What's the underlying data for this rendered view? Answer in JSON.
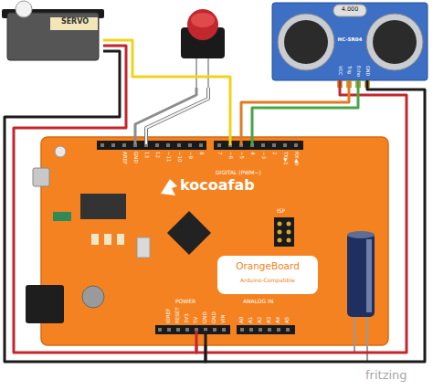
{
  "diagram": {
    "nodes": [
      {
        "text": [
          "SERVO"
        ]
      },
      {
        "text": [
          "4.000",
          "HC-SR04"
        ]
      },
      {
        "text": [
          "kocoafab",
          "OrangeBoard",
          "Arduino-Compatible"
        ]
      }
    ],
    "edges": [
      {
        "from": 0,
        "to": 2,
        "arrow": "none"
      },
      {
        "from": 0,
        "to": 2,
        "arrow": "none"
      },
      {
        "from": 0,
        "to": 2,
        "arrow": "none"
      },
      {
        "from": 1,
        "to": 2,
        "arrow": "none"
      },
      {
        "from": 1,
        "to": 2,
        "arrow": "none"
      },
      {
        "from": 1,
        "to": 2,
        "arrow": "none"
      },
      {
        "from": 1,
        "to": 2,
        "arrow": "none"
      }
    ],
    "labels": [
      "VCC",
      "Trig",
      "Echo",
      "GND",
      "AREF",
      "GND",
      "13",
      "12",
      "~11",
      "~10",
      "~9",
      "8",
      "7",
      "~6",
      "~5",
      "4",
      "~3",
      "2",
      "TX▶1",
      "RX◀0",
      "DIGITAL (PWM~)",
      "ISP",
      "IOREF",
      "RESET",
      "3V3",
      "5V",
      "GND",
      "GND",
      "VIN",
      "A0",
      "A1",
      "A2",
      "A3",
      "A4",
      "A5",
      "POWER",
      "ANALOG IN",
      "fritzing"
    ]
  }
}
